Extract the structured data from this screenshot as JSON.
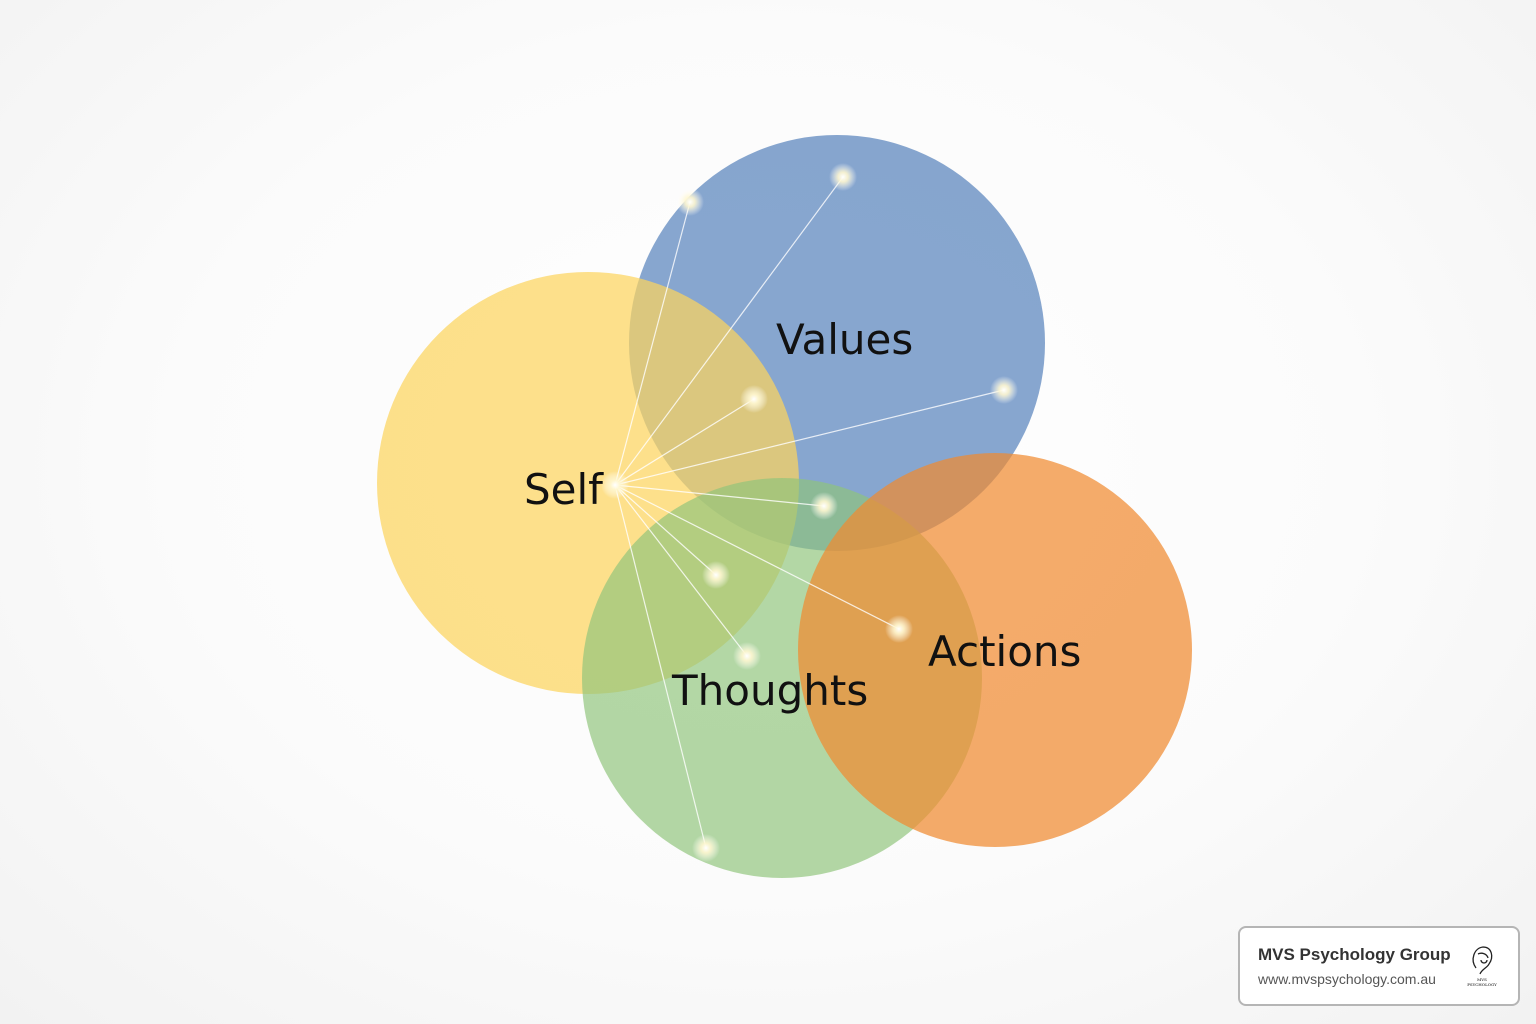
{
  "diagram": {
    "circles": [
      {
        "id": "values",
        "label": "Values",
        "color": "#5f88bf"
      },
      {
        "id": "self",
        "label": "Self",
        "color": "#fcd96b"
      },
      {
        "id": "thoughts",
        "label": "Thoughts",
        "color": "#9ccc87"
      },
      {
        "id": "actions",
        "label": "Actions",
        "color": "#f39a4e"
      }
    ]
  },
  "badge": {
    "title": "MVS Psychology Group",
    "url": "www.mvspsychology.com.au",
    "logo_text": "MVS PSYCHOLOGY GROUP"
  }
}
